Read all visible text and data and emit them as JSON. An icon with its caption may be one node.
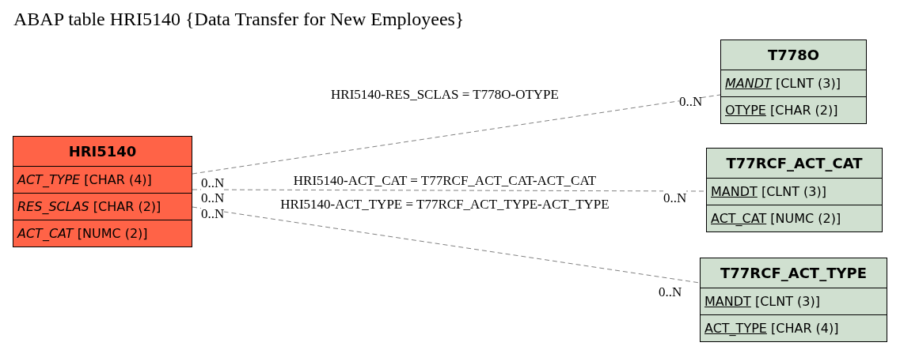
{
  "diagram": {
    "title": "ABAP table HRI5140 {Data Transfer for New Employees}",
    "nodes": [
      {
        "text": [
          "T778O"
        ]
      },
      {
        "text": [
          "*MANDT* [CLNT (3)]"
        ],
        "in": 0
      },
      {
        "text": [
          "OTYPE [CHAR (2)]"
        ],
        "in": 0
      },
      {
        "text": [
          "HRI5140"
        ]
      },
      {
        "text": [
          "*ACT_TYPE* [CHAR (4)]"
        ],
        "in": 3
      },
      {
        "text": [
          "*RES_SCLAS* [CHAR (2)]"
        ],
        "in": 3
      },
      {
        "text": [
          "*ACT_CAT* [NUMC (2)]"
        ],
        "in": 3
      },
      {
        "text": [
          "T77RCF_ACT_CAT"
        ]
      },
      {
        "text": [
          "MANDT [CLNT (3)]"
        ],
        "in": 7
      },
      {
        "text": [
          "ACT_CAT [NUMC (2)]"
        ],
        "in": 7
      },
      {
        "text": [
          "T77RCF_ACT_TYPE"
        ]
      },
      {
        "text": [
          "MANDT [CLNT (3)]"
        ],
        "in": 10
      },
      {
        "text": [
          "ACT_TYPE [CHAR (4)]"
        ],
        "in": 10
      }
    ],
    "edges": [
      {
        "from": 3,
        "to": 0,
        "arrow": "none",
        "style": "dashed",
        "label": "HRI5140-RES_SCLAS = T778O-OTYPE"
      },
      {
        "from": 3,
        "to": 7,
        "arrow": "none",
        "style": "dashed",
        "label": "HRI5140-ACT_CAT = T77RCF_ACT_CAT-ACT_CAT"
      },
      {
        "from": 3,
        "to": 10,
        "arrow": "none",
        "style": "dashed",
        "label": "HRI5140-ACT_TYPE = T77RCF_ACT_TYPE-ACT_TYPE"
      }
    ],
    "labels": [
      "0..N",
      "0..N",
      "0..N",
      "0..N",
      "0..N",
      "0..N"
    ]
  }
}
